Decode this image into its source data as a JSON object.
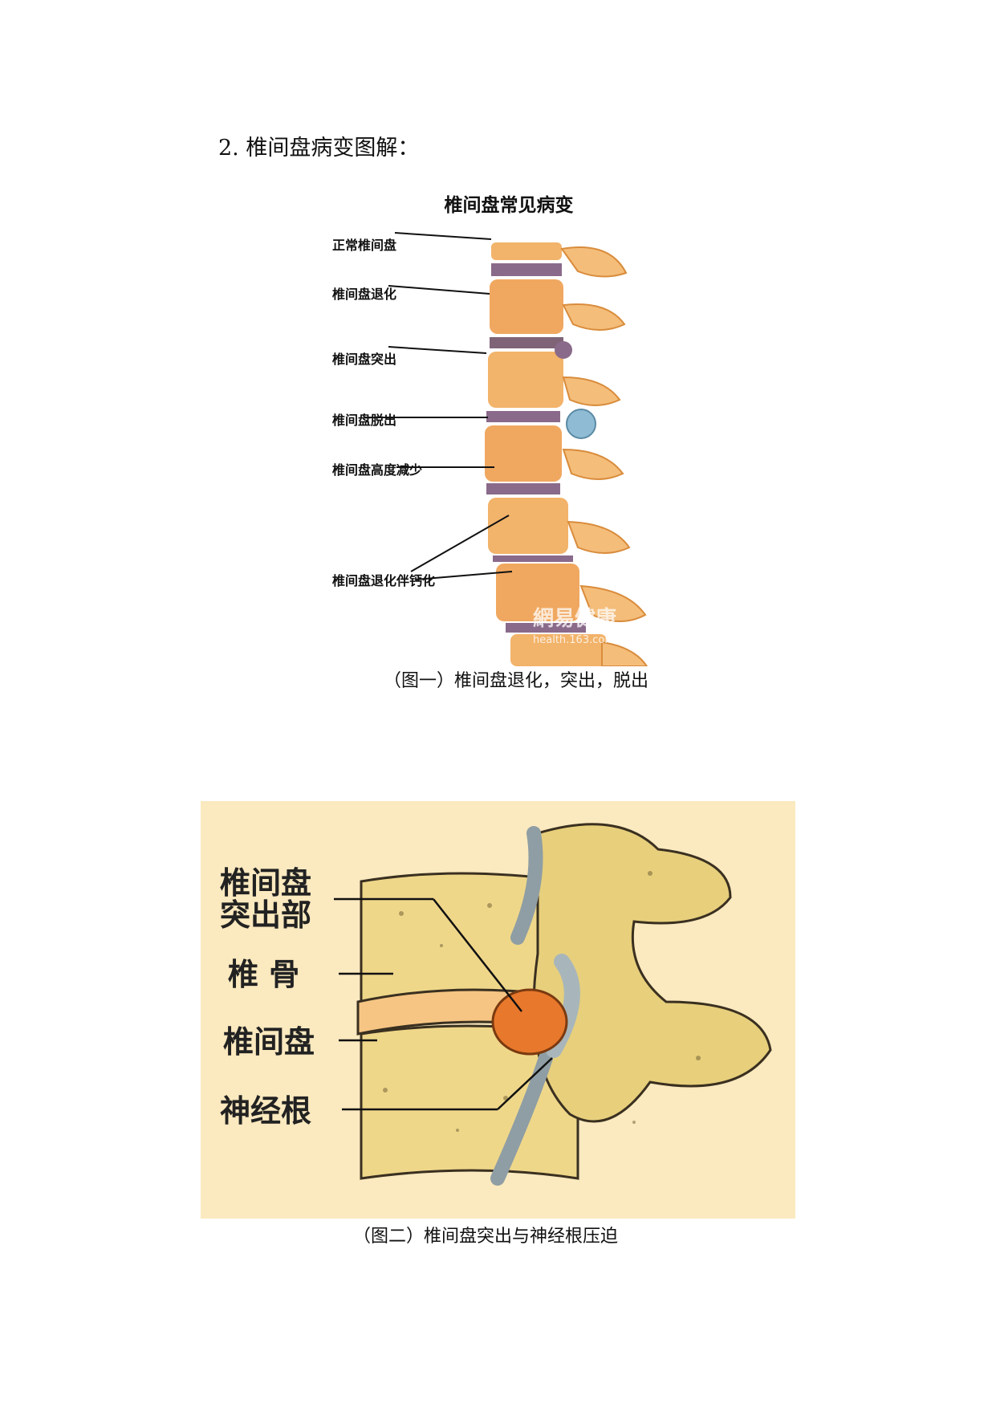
{
  "heading": "2. 椎间盘病变图解：",
  "figure1": {
    "title": "椎间盘常见病变",
    "labels": [
      "正常椎间盘",
      "椎间盘退化",
      "椎间盘突出",
      "椎间盘脱出",
      "椎间盘高度减少",
      "椎间盘退化伴钙化"
    ],
    "watermark_line1": "網易健康",
    "watermark_line2": "health.163.com",
    "caption": "（图一）椎间盘退化，突出，脱出"
  },
  "figure2": {
    "label_protrusion_line1": "椎间盘",
    "label_protrusion_line2": "突出部",
    "label_vertebra": "椎 骨",
    "label_disc": "椎间盘",
    "label_nerve": "神经根",
    "caption": "（图二）椎间盘突出与神经根压迫"
  },
  "colors": {
    "bone": "#f2b36a",
    "disc": "#8a6a8a",
    "fig2_bg": "#fbe9bf",
    "protrusion": "#e8782c"
  }
}
